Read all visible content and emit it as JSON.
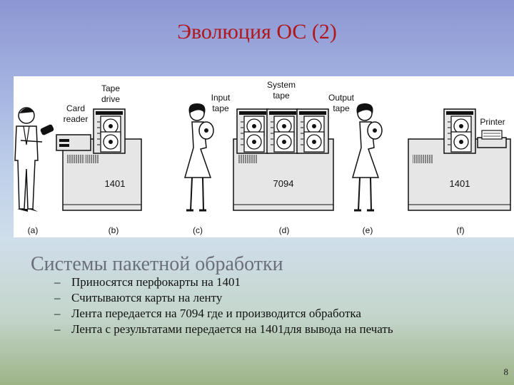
{
  "slide": {
    "title": "Эволюция ОС (2)",
    "heading": "Системы пакетной обработки",
    "bullets": [
      "Приносятся перфокарты на 1401",
      "Считываются карты на ленту",
      "Лента передается на 7094 где и производится обработка",
      "Лента с результатами передается на 1401для вывода на печать"
    ],
    "bullet_marker": "–",
    "page_number": "8"
  },
  "figure": {
    "labels": {
      "card_reader_1": "Card",
      "card_reader_2": "reader",
      "tape_drive_1": "Tape",
      "tape_drive_2": "drive",
      "input_tape_1": "Input",
      "input_tape_2": "tape",
      "system_tape_1": "System",
      "system_tape_2": "tape",
      "output_tape_1": "Output",
      "output_tape_2": "tape",
      "printer": "Printer"
    },
    "machines": [
      "1401",
      "7094",
      "1401"
    ],
    "captions": [
      "(a)",
      "(b)",
      "(c)",
      "(d)",
      "(e)",
      "(f)"
    ]
  }
}
